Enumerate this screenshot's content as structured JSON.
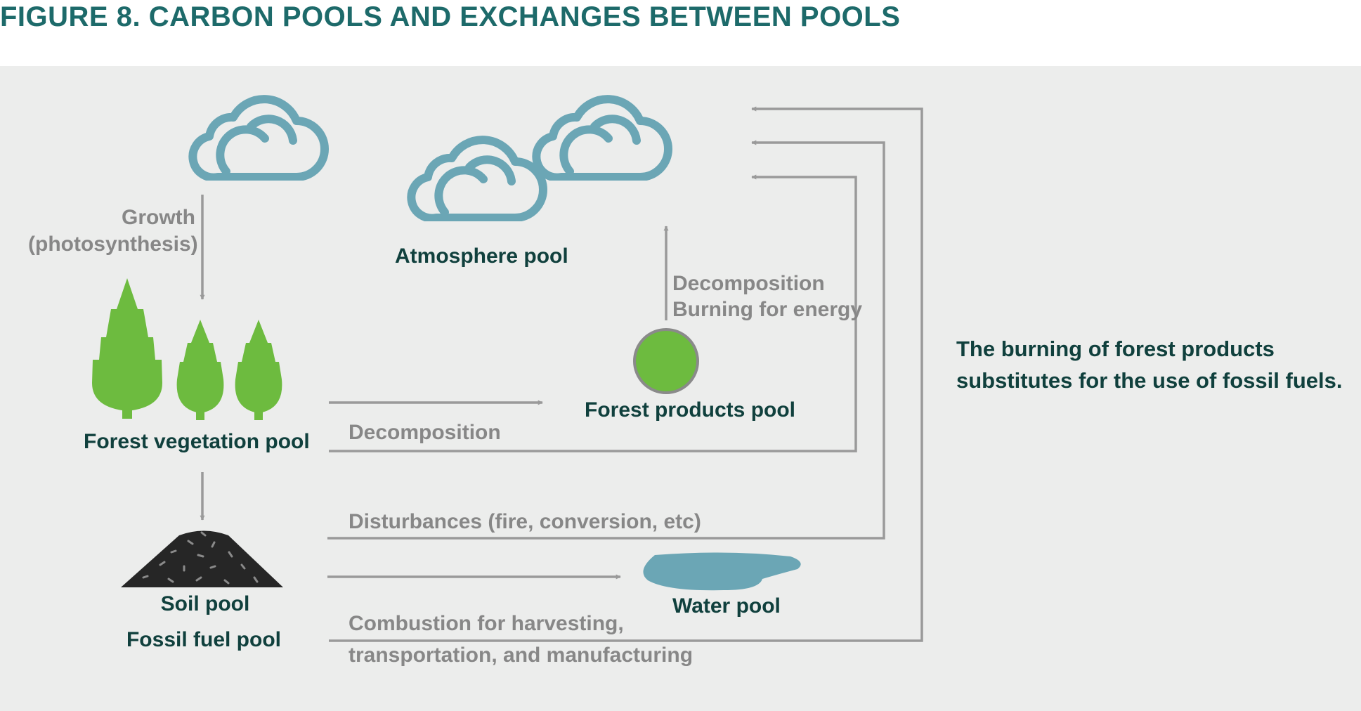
{
  "figure": {
    "title": "FIGURE 8. CARBON POOLS AND EXCHANGES BETWEEN POOLS"
  },
  "pools": {
    "atmosphere": "Atmosphere pool",
    "forest_vegetation": "Forest vegetation pool",
    "forest_products": "Forest products pool",
    "soil": "Soil pool",
    "fossil_fuel": "Fossil fuel pool",
    "water": "Water pool"
  },
  "flows": {
    "growth_line1": "Growth",
    "growth_line2": "(photosynthesis)",
    "products_decomposition": "Decomposition",
    "products_burning": "Burning for energy",
    "vegetation_decomposition": "Decomposition",
    "disturbances": "Disturbances (fire, conversion, etc)",
    "combustion_line1": "Combustion for harvesting,",
    "combustion_line2": "transportation, and manufacturing"
  },
  "note": {
    "line1": "The burning of forest products",
    "line2": "substitutes for the use of fossil fuels."
  },
  "colors": {
    "title": "#1d6a6a",
    "panel_bg": "#ecedec",
    "pool_label": "#10403d",
    "flow_label": "#878787",
    "arrow": "#9a9a9a",
    "cloud": "#6ba6b5",
    "tree": "#6dbb3f",
    "soil": "#262626",
    "water": "#6ba6b5"
  }
}
